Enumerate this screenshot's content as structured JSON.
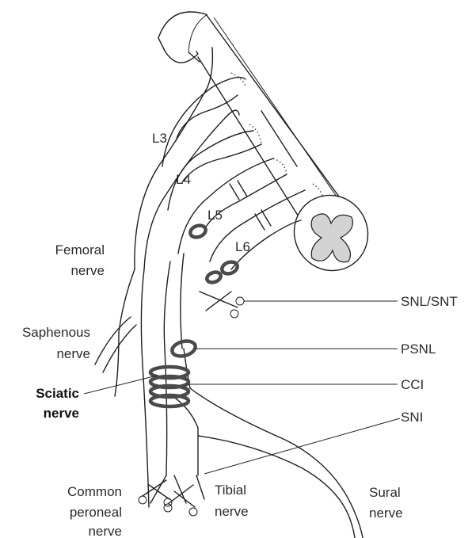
{
  "labels": {
    "l3": "L3",
    "l4": "L4",
    "l5": "L5",
    "l6": "L6",
    "femoral_1": "Femoral",
    "femoral_2": "nerve",
    "saphenous_1": "Saphenous",
    "saphenous_2": "nerve",
    "sciatic_1": "Sciatic",
    "sciatic_2": "nerve",
    "common_peroneal_1": "Common",
    "common_peroneal_2": "peroneal",
    "common_peroneal_3": "nerve",
    "tibial_1": "Tibial",
    "tibial_2": "nerve",
    "sural_1": "Sural",
    "sural_2": "nerve"
  },
  "injury_models": {
    "snl_snt": "SNL/SNT",
    "psnl": "PSNL",
    "cci": "CCI",
    "sni": "SNI"
  },
  "colors": {
    "line": "#1f1f1f",
    "ligature": "#4a4a4a",
    "cord_gray_matter": "#d3d3d3",
    "background": "#ffffff"
  }
}
